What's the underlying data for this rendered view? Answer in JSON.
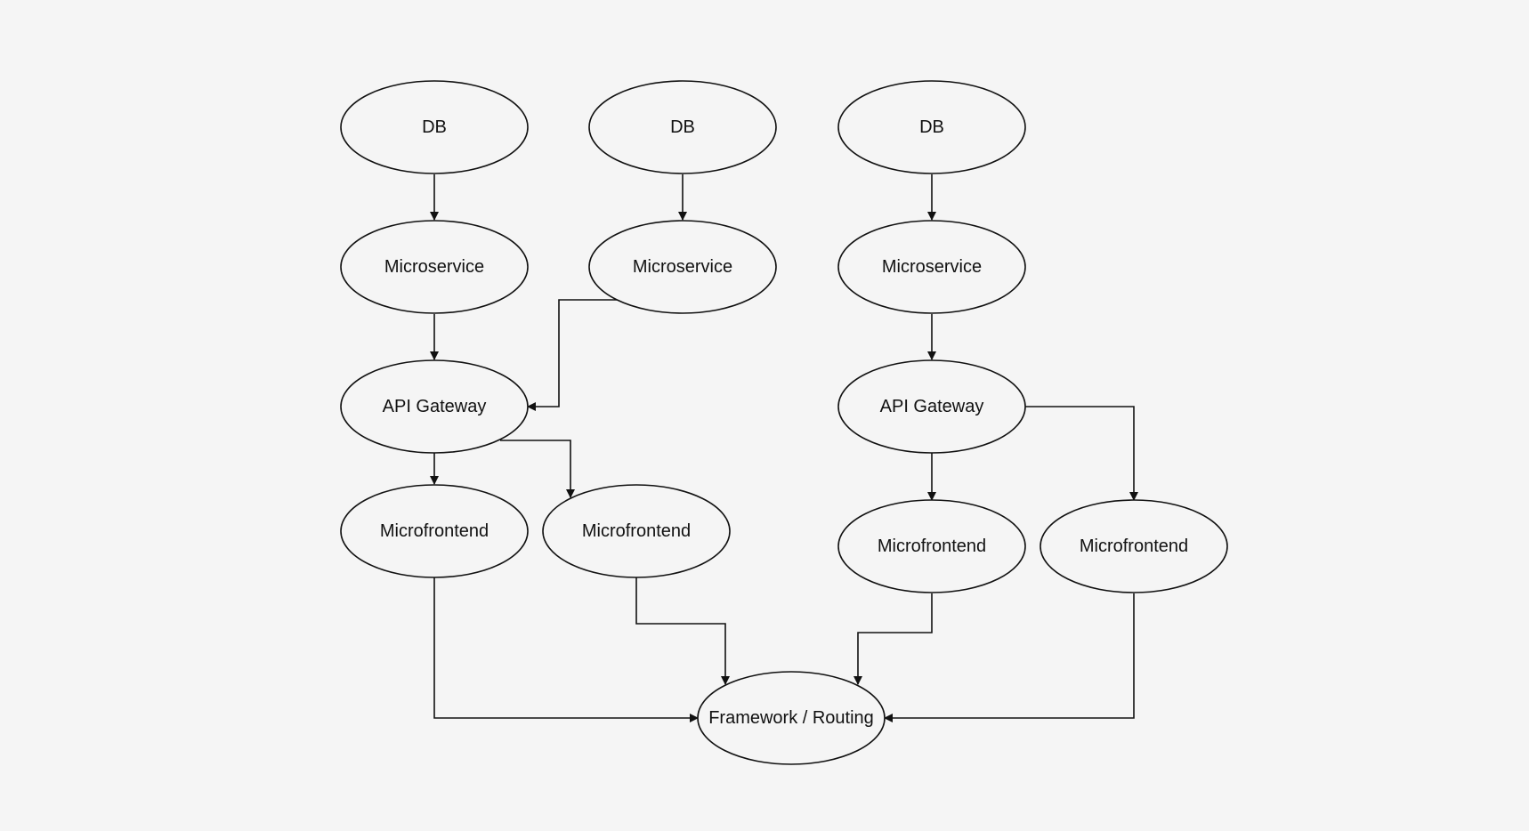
{
  "nodes": [
    {
      "id": "db1",
      "label": "DB"
    },
    {
      "id": "db2",
      "label": "DB"
    },
    {
      "id": "db3",
      "label": "DB"
    },
    {
      "id": "ms1",
      "label": "Microservice"
    },
    {
      "id": "ms2",
      "label": "Microservice"
    },
    {
      "id": "ms3",
      "label": "Microservice"
    },
    {
      "id": "gw1",
      "label": "API Gateway"
    },
    {
      "id": "gw2",
      "label": "API Gateway"
    },
    {
      "id": "mf1",
      "label": "Microfrontend"
    },
    {
      "id": "mf2",
      "label": "Microfrontend"
    },
    {
      "id": "mf3",
      "label": "Microfrontend"
    },
    {
      "id": "mf4",
      "label": "Microfrontend"
    },
    {
      "id": "fr",
      "label": "Framework / Routing"
    }
  ],
  "edges": [
    {
      "from": "db1",
      "to": "ms1"
    },
    {
      "from": "db2",
      "to": "ms2"
    },
    {
      "from": "db3",
      "to": "ms3"
    },
    {
      "from": "ms1",
      "to": "gw1"
    },
    {
      "from": "ms2",
      "to": "gw1"
    },
    {
      "from": "ms3",
      "to": "gw2"
    },
    {
      "from": "gw1",
      "to": "mf1"
    },
    {
      "from": "gw1",
      "to": "mf2"
    },
    {
      "from": "gw2",
      "to": "mf3"
    },
    {
      "from": "gw2",
      "to": "mf4"
    },
    {
      "from": "mf1",
      "to": "fr"
    },
    {
      "from": "mf2",
      "to": "fr"
    },
    {
      "from": "mf3",
      "to": "fr"
    },
    {
      "from": "mf4",
      "to": "fr"
    }
  ]
}
